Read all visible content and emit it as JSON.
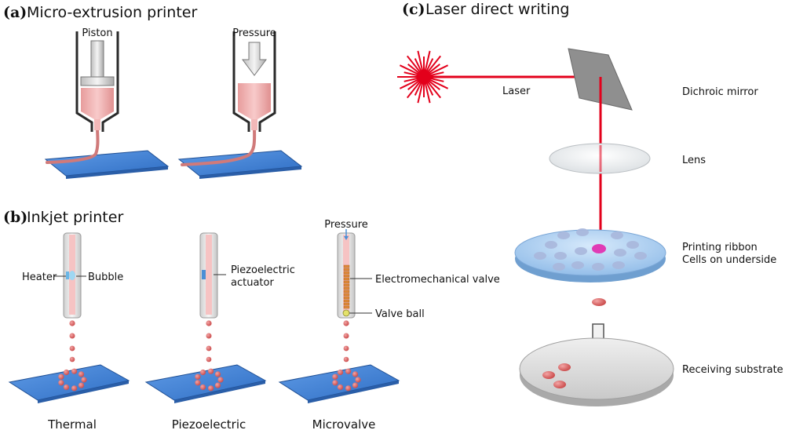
{
  "panel_a": {
    "letter": "(a)",
    "title": "Micro-extrusion printer",
    "labels": {
      "piston": "Piston",
      "pressure": "Pressure"
    }
  },
  "panel_b": {
    "letter": "(b)",
    "title": "Inkjet printer",
    "labels": {
      "heater": "Heater",
      "bubble": "Bubble",
      "piezo_line1": "Piezoelectric",
      "piezo_line2": "actuator",
      "pressure": "Pressure",
      "valve": "Electromechanical valve",
      "valve_ball": "Valve ball"
    },
    "captions": [
      "Thermal",
      "Piezoelectric",
      "Microvalve"
    ]
  },
  "panel_c": {
    "letter": "(c)",
    "title": "Laser direct writing",
    "labels": {
      "laser": "Laser",
      "mirror": "Dichroic mirror",
      "lens": "Lens",
      "ribbon_line1": "Printing ribbon",
      "ribbon_line2": "Cells on underside",
      "substrate": "Receiving substrate"
    }
  },
  "colors": {
    "plate": "#3d7fd6",
    "bioink": "#f0b3b3",
    "droplet": "#d85a5a",
    "laser": "#e3001b",
    "mirror": "#8f8f8f",
    "ribbon": "#a9cdef",
    "ribbon_spot": "#e03bb5"
  }
}
